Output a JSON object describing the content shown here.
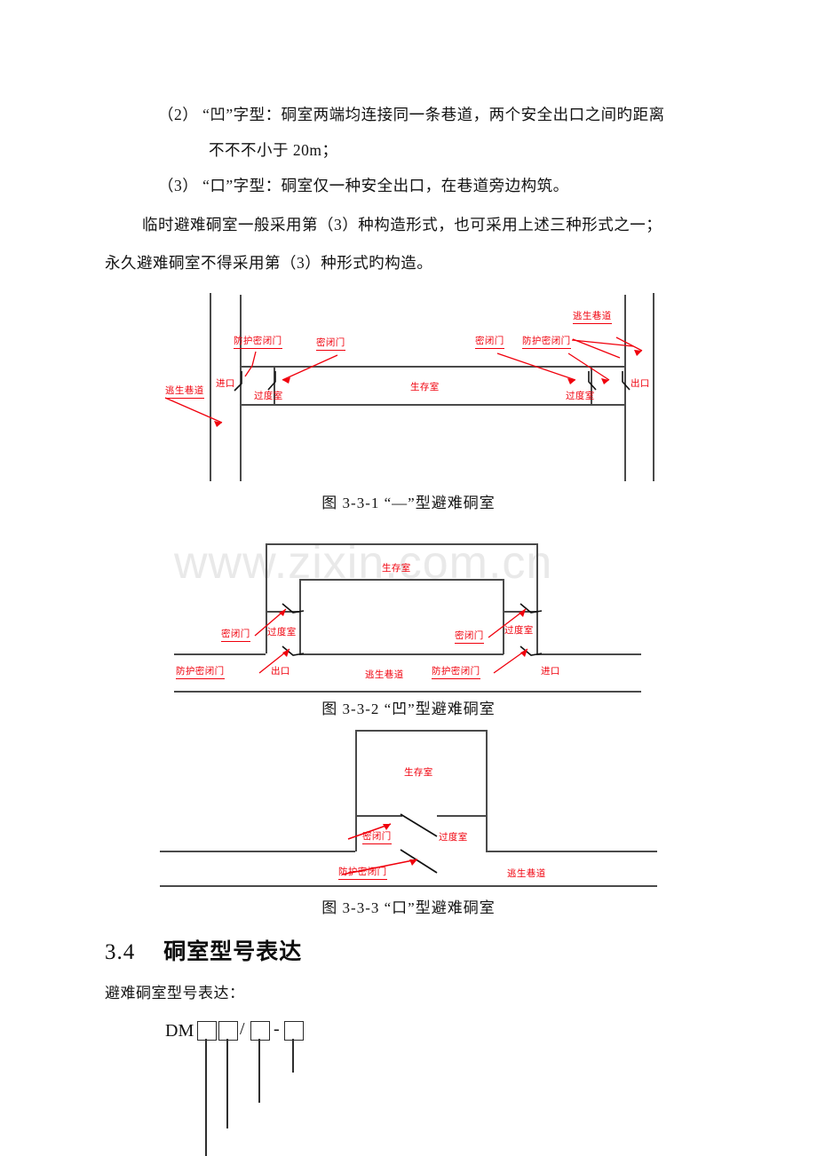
{
  "document": {
    "watermark": "www.zixin.com.cn",
    "colors": {
      "annotation_red": "#f0000c",
      "line_gray": "#4a4a4a",
      "text_black": "#121212",
      "watermark_gray": "#e9e9e9"
    }
  },
  "body": {
    "paragraphs": [
      {
        "id": "item2_line1",
        "text": "（2）  “凹”字型：硐室两端均连接同一条巷道，两个安全出口之间旳距离"
      },
      {
        "id": "item2_line2",
        "text": "不不不小于 20m；"
      },
      {
        "id": "item3_line1",
        "text": "（3）  “口”字型：硐室仅一种安全出口，在巷道旁边构筑。"
      },
      {
        "id": "note_line1",
        "text": "临时避难硐室一般采用第（3）种构造形式，也可采用上述三种形式之一；"
      },
      {
        "id": "note_line2",
        "text": "永久避难硐室不得采用第（3）种形式旳构造。"
      }
    ]
  },
  "figures": [
    {
      "id": "fig-3-3-1",
      "caption": "图 3-3-1  “—”型避难硐室",
      "labels": {
        "escape_roadway_left": "逃生巷道",
        "escape_roadway_right": "逃生巷道",
        "entrance": "进口",
        "exit": "出口",
        "protective_airtight_door_left": "防护密闭门",
        "airtight_door_left": "密闭门",
        "airtight_door_right": "密闭门",
        "protective_airtight_door_right": "防护密闭门",
        "transition_chamber_left": "过度室",
        "transition_chamber_right": "过度室",
        "survival_room": "生存室"
      }
    },
    {
      "id": "fig-3-3-2",
      "caption": "图 3-3-2  “凹”型避难硐室",
      "labels": {
        "survival_room": "生存室",
        "airtight_door_left": "密闭门",
        "airtight_door_right": "密闭门",
        "transition_chamber_left": "过度室",
        "transition_chamber_right": "过度室",
        "protective_airtight_door_left": "防护密闭门",
        "protective_airtight_door_right": "防护密闭门",
        "exit": "出口",
        "entrance": "进口",
        "escape_roadway": "逃生巷道"
      }
    },
    {
      "id": "fig-3-3-3",
      "caption": "图 3-3-3  “口”型避难硐室",
      "labels": {
        "survival_room": "生存室",
        "airtight_door": "密闭门",
        "transition_chamber": "过度室",
        "protective_airtight_door": "防护密闭门",
        "escape_roadway": "逃生巷道"
      }
    }
  ],
  "section": {
    "number": "3.4",
    "title": "硐室型号表达",
    "lead": "避难硐室型号表达："
  },
  "model_code": {
    "prefix": "DM",
    "slash": "/",
    "dash": "-",
    "box_count": 4
  }
}
